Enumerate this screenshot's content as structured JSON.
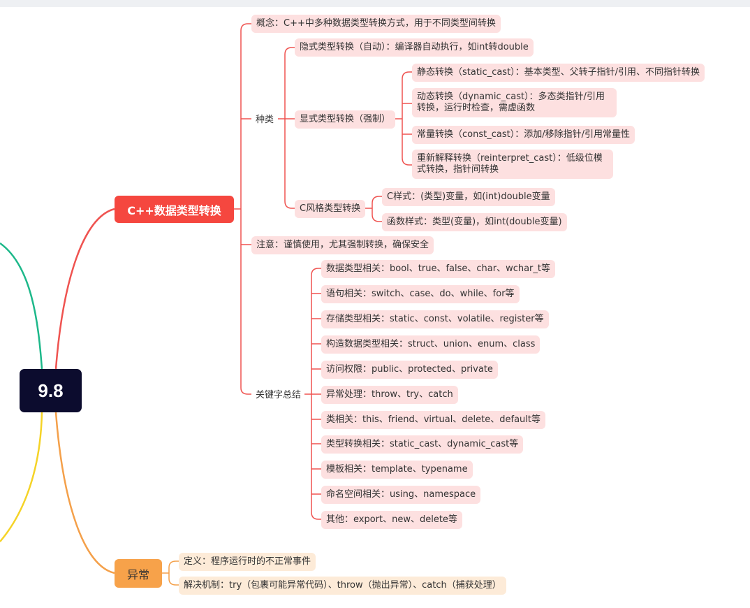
{
  "root": {
    "label": "9.8"
  },
  "main_topic": {
    "label": "C++数据类型转换",
    "concept": "概念：C++中多种数据类型转换方式，用于不同类型间转换",
    "types": {
      "label": "种类",
      "implicit": "隐式类型转换（自动）：编译器自动执行，如int转double",
      "explicit": {
        "label": "显式类型转换（强制）",
        "items": [
          "静态转换（static_cast）：基本类型、父转子指针/引用、不同指针转换",
          "动态转换（dynamic_cast）：多态类指针/引用转换，运行时检查，需虚函数",
          "常量转换（const_cast）：添加/移除指针/引用常量性",
          "重新解释转换（reinterpret_cast）：低级位模式转换，指针间转换"
        ]
      },
      "cstyle": {
        "label": "C风格类型转换",
        "items": [
          "C样式：(类型)变量，如(int)double变量",
          "函数样式：类型(变量)，如int(double变量)"
        ]
      }
    },
    "note": "注意：谨慎使用，尤其强制转换，确保安全",
    "keywords": {
      "label": "关键字总结",
      "items": [
        "数据类型相关：bool、true、false、char、wchar_t等",
        "语句相关：switch、case、do、while、for等",
        "存储类型相关：static、const、volatile、register等",
        "构造数据类型相关：struct、union、enum、class",
        "访问权限：public、protected、private",
        "异常处理：throw、try、catch",
        "类相关：this、friend、virtual、delete、default等",
        "类型转换相关：static_cast、dynamic_cast等",
        "模板相关：template、typename",
        "命名空间相关：using、namespace",
        "其他：export、new、delete等"
      ]
    }
  },
  "exception_topic": {
    "label": "异常",
    "items": [
      "定义：程序运行时的不正常事件",
      "解决机制：try（包裹可能异常代码）、throw（抛出异常）、catch（捕获处理）"
    ]
  },
  "colors": {
    "root_bg": "#0c0c2e",
    "main_topic": "#f5473f",
    "exception_topic": "#f7a24a",
    "branch_green": "#1db88a",
    "branch_yellow": "#f5d327",
    "node_pink": "#fde0e0",
    "node_peach": "#fdebd8"
  }
}
